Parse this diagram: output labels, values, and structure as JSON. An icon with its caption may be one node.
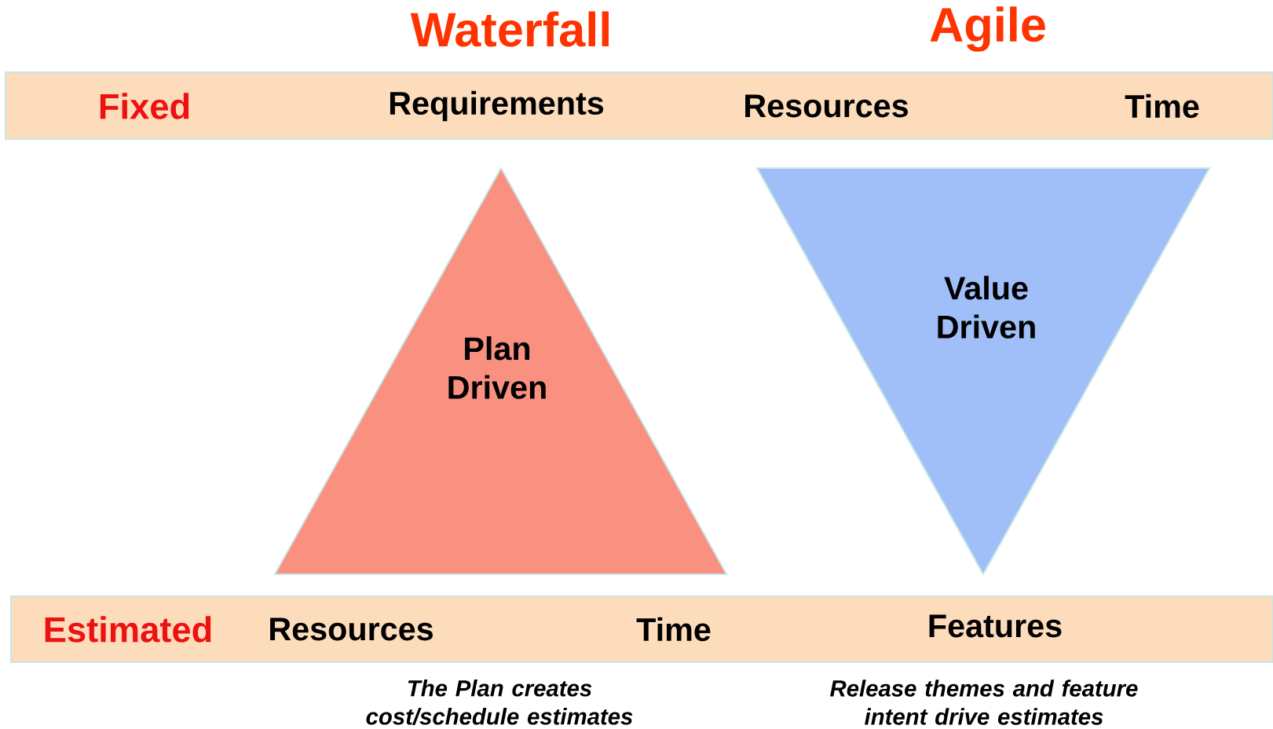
{
  "diagram": {
    "nodes": [
      {
        "text": [
          "Fixed",
          "Requirements",
          "Resources",
          "Time"
        ]
      },
      {
        "text": [
          "Plan Driven"
        ]
      },
      {
        "text": [
          "Value Driven"
        ]
      },
      {
        "text": [
          "Estimated",
          "Resources",
          "Time",
          "Features"
        ]
      }
    ],
    "labels": [
      "Waterfall",
      "Agile",
      "The Plan creates cost/schedule estimates",
      "Release themes and feature intent drive estimates"
    ]
  }
}
